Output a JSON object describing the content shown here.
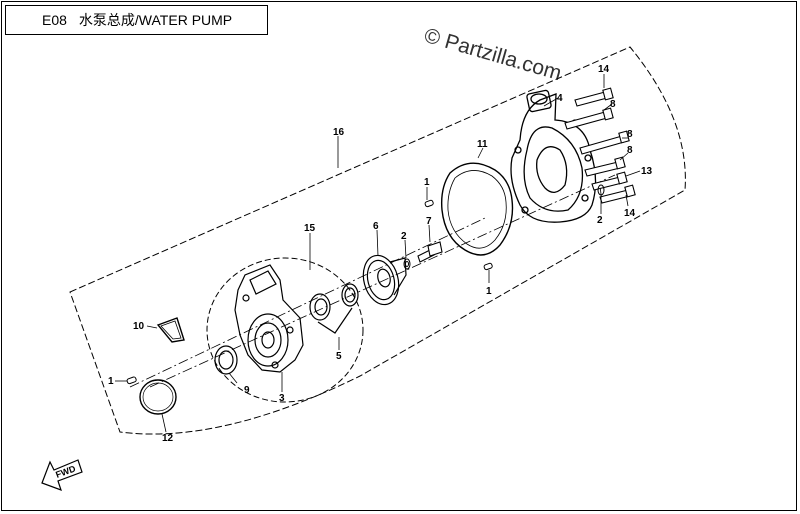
{
  "header": {
    "code": "E08",
    "title": "水泵总成/WATER PUMP"
  },
  "watermark": "© Partzilla.com",
  "forward_marker": "FWD",
  "callouts": {
    "c16": "16",
    "c14a": "14",
    "c4": "4",
    "c8a": "8",
    "c8b": "8",
    "c8c": "8",
    "c13": "13",
    "c14b": "14",
    "c2a": "2",
    "c11": "11",
    "c1a": "1",
    "c7": "7",
    "c2b": "2",
    "c6": "6",
    "c1b": "1",
    "c15": "15",
    "c10": "10",
    "c5": "5",
    "c1c": "1",
    "c9": "9",
    "c3": "3",
    "c12": "12"
  }
}
